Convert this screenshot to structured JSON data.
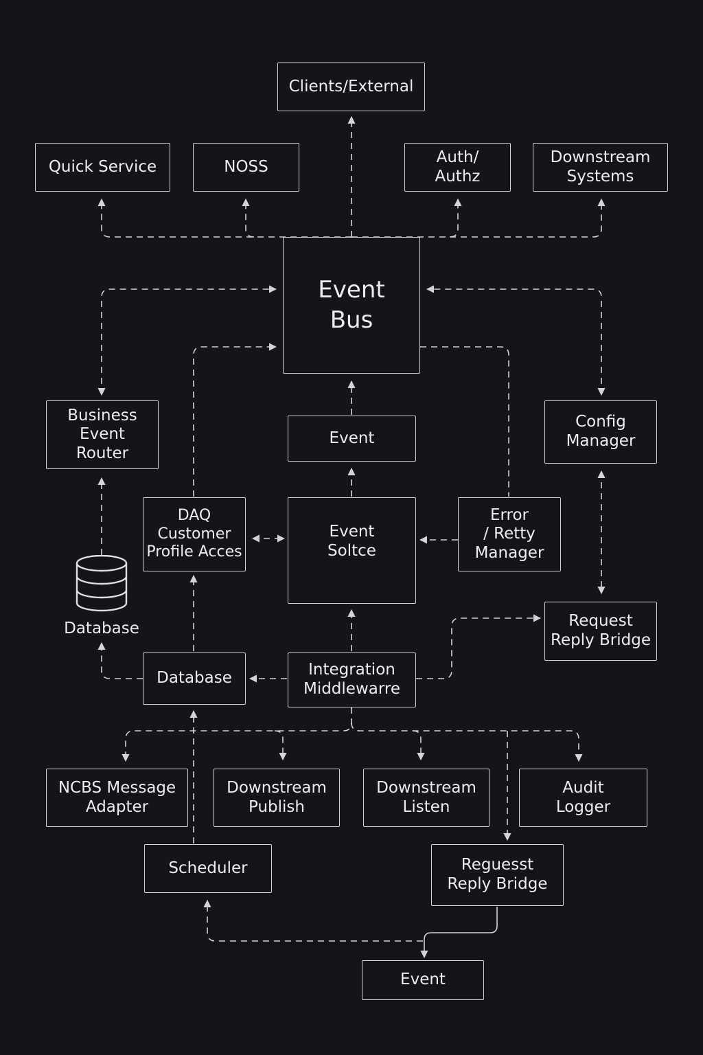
{
  "diagram": {
    "nodes": {
      "clients": "Clients/External",
      "quick_service": "Quick Service",
      "noss": "NOSS",
      "auth": "Auth/\nAuthz",
      "downstream_systems": "Downstream\nSystems",
      "event_bus": "Event\nBus",
      "business_router": "Business\nEvent\nRouter",
      "event_top": "Event",
      "config_manager": "Config\nManager",
      "daq": "DAQ\nCustomer\nProfile Acces",
      "event_soltce": "Event\nSoltce",
      "error_manager": "Error\n/ Retty\nManager",
      "request_bridge_right": "Request\nReply Bridge",
      "database_box": "Database",
      "integration": "Integration\nMiddlewarre",
      "ncbs": "NCBS Message\nAdapter",
      "downstream_publish": "Downstream\nPublish",
      "downstream_listen": "Downstream\nListen",
      "audit_logger": "Audit\nLogger",
      "scheduler": "Scheduler",
      "request_bridge_bottom": "Reguesst\nReply Bridge",
      "event_bottom": "Event"
    },
    "database_icon_label": "Database",
    "colors": {
      "background": "#13151a",
      "stroke": "#d4d4d4",
      "text": "#ececec"
    }
  }
}
